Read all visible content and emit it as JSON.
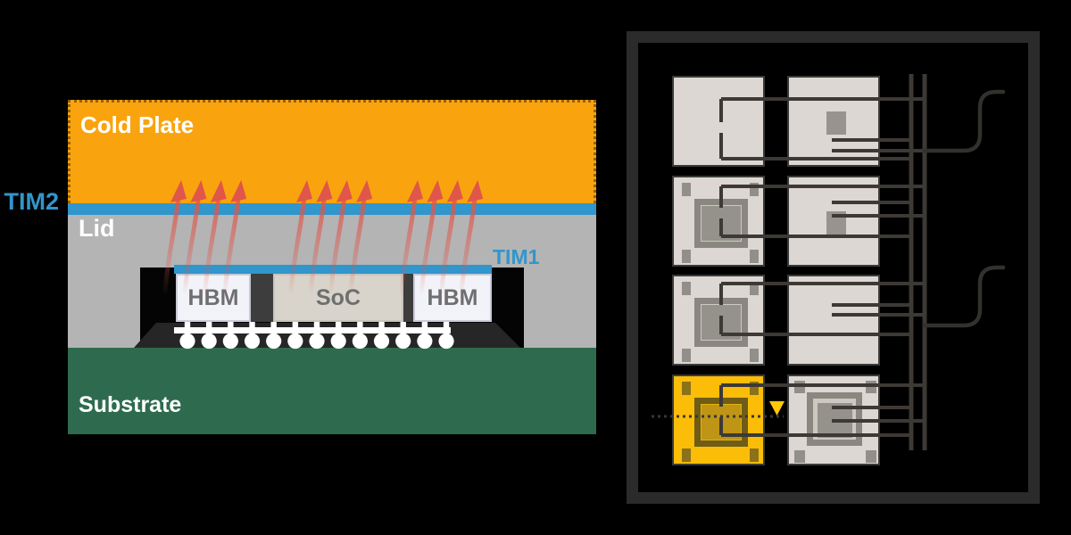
{
  "scene": {
    "background": "#000000"
  },
  "cross_section": {
    "labels": {
      "cold_plate": "Cold Plate",
      "tim2": "TIM2",
      "lid": "Lid",
      "tim1": "TIM1",
      "hbm_left": "HBM",
      "soc": "SoC",
      "hbm_right": "HBM",
      "substrate": "Substrate"
    },
    "colors": {
      "cold_plate": "#F9A40E",
      "tim": "#3096CC",
      "lid": "#B4B4B4",
      "substrate": "#2E6B4E",
      "heat_arrow": "#E0564A",
      "die_gap": "#3D3D3D",
      "interposer": "#262626",
      "hbm_fill": "#F2F3F8",
      "soc_fill": "#D8D4CB"
    },
    "heat_arrow_groups": [
      {
        "over": "HBM",
        "count": 4
      },
      {
        "over": "SoC",
        "count": 4
      },
      {
        "over": "HBM",
        "count": 4
      }
    ],
    "solder_bump_count": 13
  },
  "floorplan": {
    "frame_color": "#2B2B2B",
    "cell_color": "#DCD7D2",
    "highlight_color": "#FBBD08",
    "marker_color": "#FFC60A",
    "wire_color": "#3D3935",
    "rows": 4,
    "cols": 2,
    "vertical_bus_lines": 2,
    "curved_wires": 2,
    "cells": [
      {
        "id": "r1c1",
        "variant": "loop",
        "highlighted": false
      },
      {
        "id": "r1c2",
        "variant": "die",
        "highlighted": false
      },
      {
        "id": "r2c1",
        "variant": "chip",
        "highlighted": false
      },
      {
        "id": "r2c2",
        "variant": "die",
        "highlighted": false
      },
      {
        "id": "r3c1",
        "variant": "chip",
        "highlighted": false
      },
      {
        "id": "r3c2",
        "variant": "plain",
        "highlighted": false
      },
      {
        "id": "r4c1",
        "variant": "chip",
        "highlighted": true
      },
      {
        "id": "r4c2",
        "variant": "chip-large",
        "highlighted": false
      }
    ]
  }
}
